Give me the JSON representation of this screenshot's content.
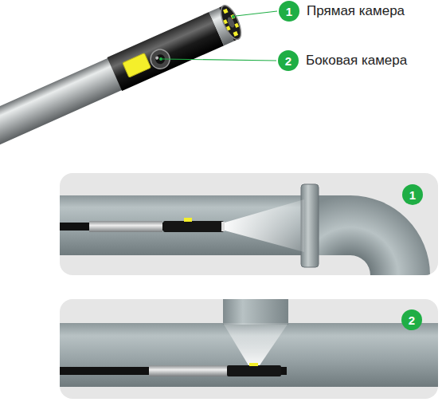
{
  "diagram": {
    "nodes": [
      {
        "text": [
          "1",
          "Прямая камера"
        ]
      },
      {
        "text": [
          "2",
          "Боковая камера"
        ]
      },
      {
        "text": [
          "1"
        ]
      },
      {
        "text": [
          "2"
        ]
      }
    ]
  }
}
